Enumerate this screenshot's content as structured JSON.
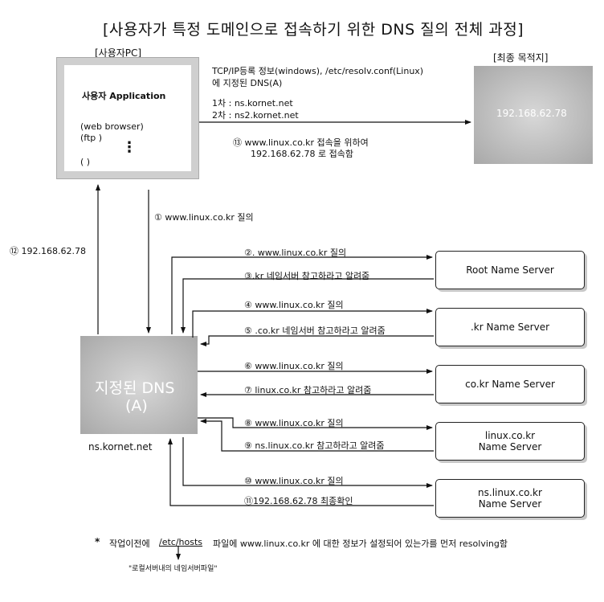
{
  "title": "[사용자가 특정 도메인으로 접속하기 위한 DNS 질의 전체 과정]",
  "pc": {
    "caption": "[사용자PC]",
    "app": "사용자 Application",
    "web": "(web browser)",
    "ftp": "(ftp            )",
    "dots": "⋮",
    "blank": "(                )"
  },
  "dest": {
    "caption": "[최종 목적지]",
    "ip": "192.168.62.78"
  },
  "config": {
    "line1": "TCP/IP등록 정보(windows), /etc/resolv.conf(Linux)",
    "line2": "에 지정된 DNS(A)",
    "primary": "1차 : ns.kornet.net",
    "secondary": "2차 : ns2.kornet.net"
  },
  "step13": {
    "line1": "⑬ www.linux.co.kr 접속을 위하여",
    "line2": "192.168.62.78 로 접속함"
  },
  "step1": "① www.linux.co.kr 질의",
  "step12": "⑫ 192.168.62.78",
  "dns": {
    "line1": "지정된 DNS",
    "line2": "(A)",
    "caption": "ns.kornet.net"
  },
  "steps": {
    "s2": "②. www.linux.co.kr 질의",
    "s3": "③.kr 네임서버 참고하라고 알려줌",
    "s4": "④ www.linux.co.kr 질의",
    "s5": "⑤ .co.kr 네임서버 참고하라고 알려줌",
    "s6": "⑥ www.linux.co.kr 질의",
    "s7": "⑦ linux.co.kr 참고하라고 알려줌",
    "s8": "⑧ www.linux.co.kr 질의",
    "s9": "⑨ ns.linux.co.kr 참고하라고 알려줌",
    "s10": "⑩ www.linux.co.kr 질의",
    "s11": "⑪192.168.62.78 최종확인"
  },
  "servers": {
    "root": "Root Name Server",
    "kr": ".kr Name Server",
    "cokr": "co.kr Name Server",
    "linux1": "linux.co.kr",
    "linux2": "Name Server",
    "ns1": "ns.linux.co.kr",
    "ns2": "Name Server"
  },
  "footnote": {
    "star": "*",
    "pre": "작업이전에",
    "hosts": "/etc/hosts",
    "post": "파일에 www.linux.co.kr 에 대한 정보가 설정되어 있는가를 먼저 resolving함",
    "sub": "\"로컬서버내의 네임서버파일\""
  }
}
